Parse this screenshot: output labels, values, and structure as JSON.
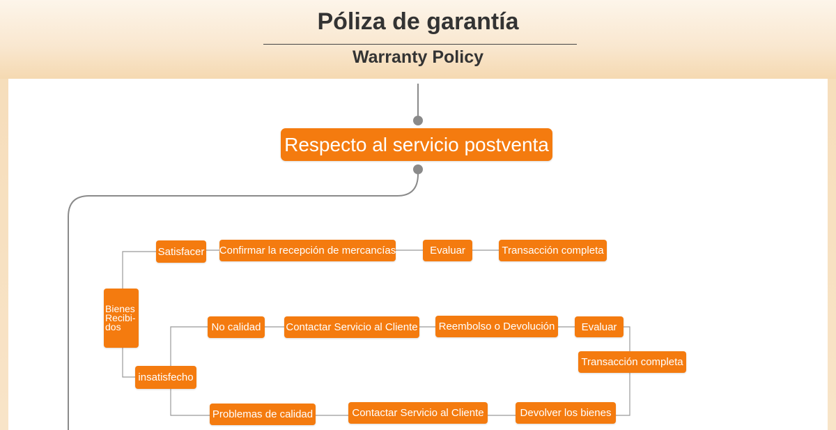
{
  "header": {
    "title": "Póliza de garantía",
    "subtitle": "Warranty Policy"
  },
  "diagram": {
    "root": "Respecto al servicio postventa",
    "received": "Bienes Recibi- dos",
    "received_lines": [
      "Bienes",
      "Recibi-",
      "dos"
    ],
    "satisfied_branch": {
      "label": "Satisfacer",
      "steps": [
        "Confirmar la recepción de mercancías",
        "Evaluar",
        "Transacción completa"
      ]
    },
    "dissatisfied_branch": {
      "label": "insatisfecho",
      "no_quality": {
        "label": "No calidad",
        "steps": [
          "Contactar Servicio al Cliente",
          "Reembolso o Devolución",
          "Evaluar",
          "Transacción completa"
        ]
      },
      "quality_problems": {
        "label": "Problemas de calidad",
        "steps": [
          "Contactar Servicio al Cliente",
          "Devolver los bienes"
        ]
      }
    },
    "colors": {
      "node": "#f47b0f",
      "connector": "#8a8a8a",
      "header_bg": "#f9e7cf"
    }
  }
}
